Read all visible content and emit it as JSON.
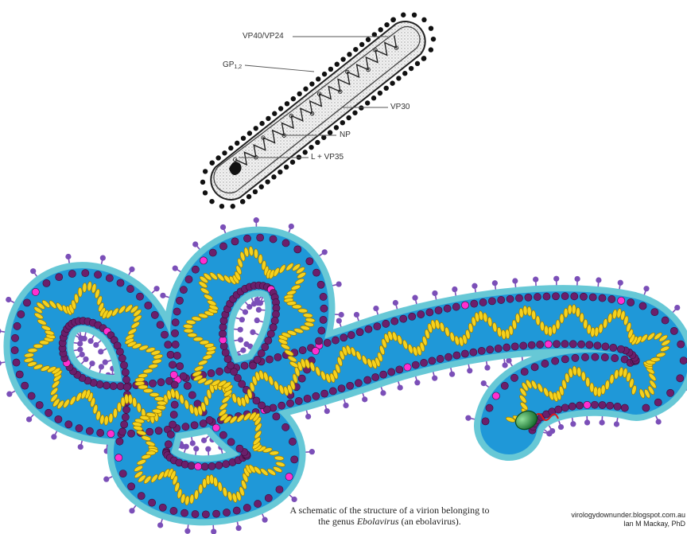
{
  "top_diagram": {
    "labels": {
      "vp40_vp24": "VP40/VP24",
      "gp": "GP",
      "gp_subscript": "1,2",
      "vp30": "VP30",
      "np": "NP",
      "l_vp35": "L + VP35"
    }
  },
  "caption": {
    "line1": "A schematic of the structure of a virion belonging to",
    "line2_prefix": "the genus",
    "line2_italic": "Ebolavirus",
    "line2_suffix": "(an ebolavirus)."
  },
  "credit": {
    "site": "virologydownunder.blogspot.com.au",
    "author": "Ian M Mackay, PhD"
  },
  "colors": {
    "envelope_outer": "#67c8d6",
    "envelope_inner": "#1f98d8",
    "matrix_bead": "#6b1f6b",
    "matrix_bead_highlight": "#ff2fd0",
    "nucleocapsid_coil": "#f5d21e",
    "nucleocapsid_edge": "#9a7a00",
    "glycoprotein_spike": "#7b4fb8",
    "polymerase": "#1e8a3c",
    "rna": "#e01818"
  }
}
